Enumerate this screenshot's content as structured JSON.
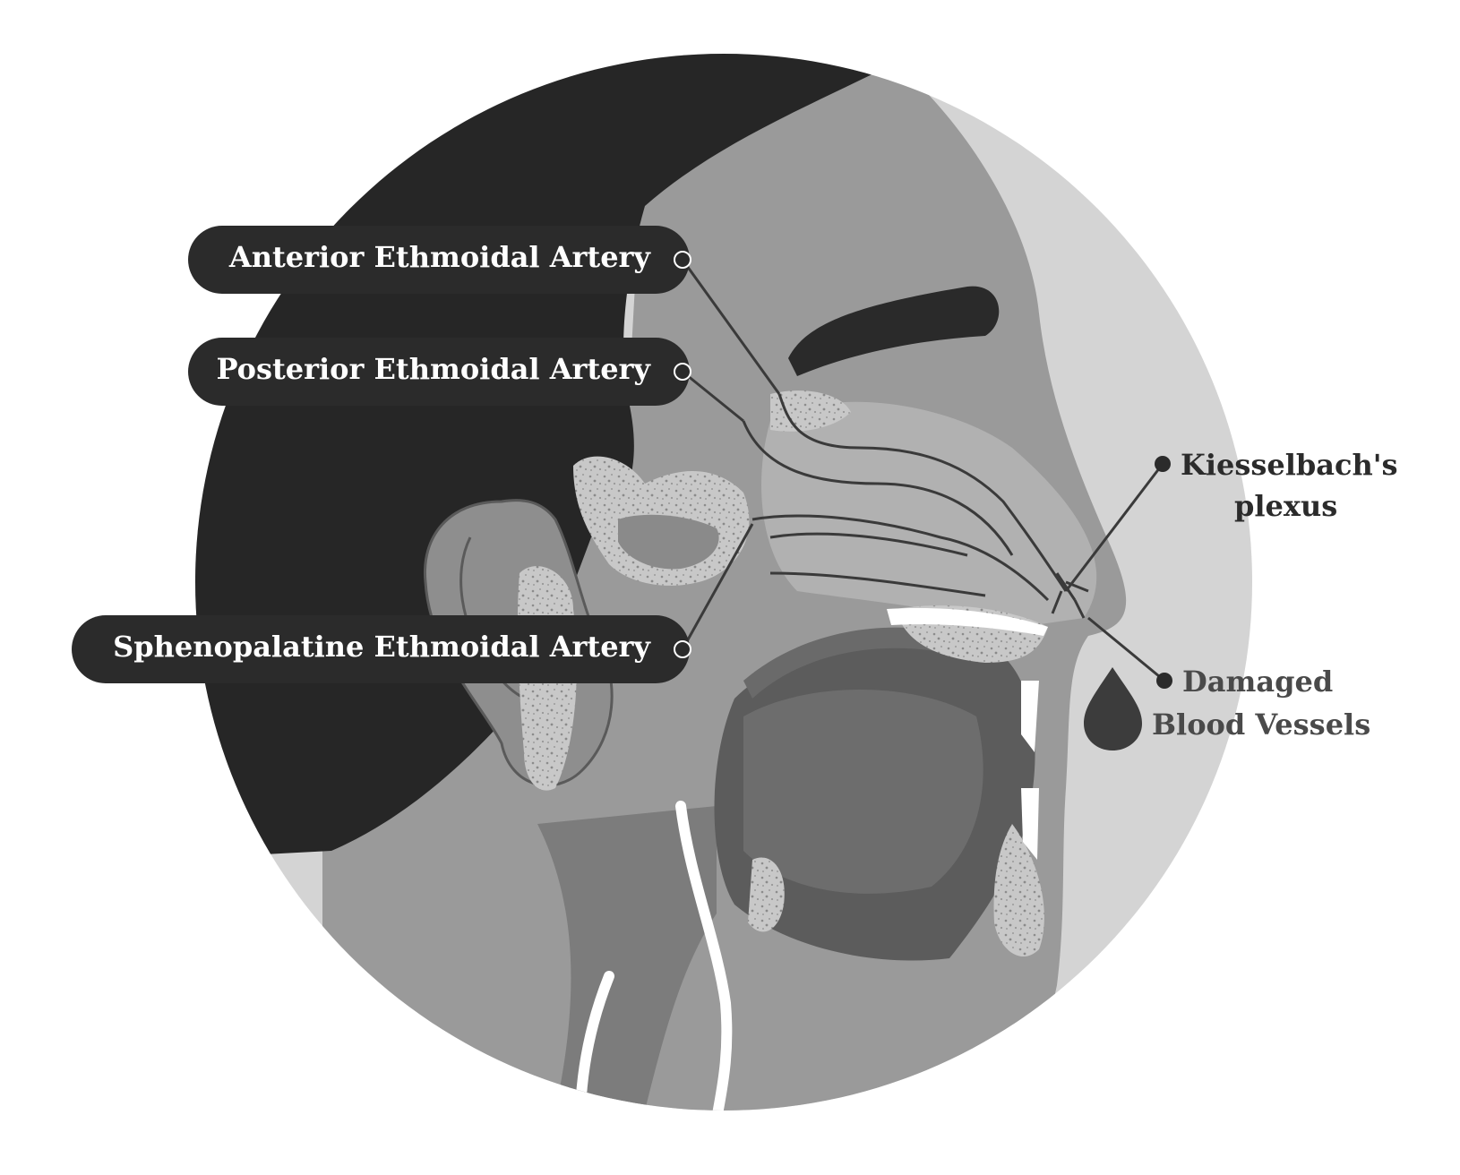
{
  "diagram": {
    "labels": {
      "anterior": "Anterior Ethmoidal Artery",
      "posterior": "Posterior Ethmoidal Artery",
      "sphenopalatine": "Sphenopalatine Ethmoidal Artery",
      "kiesselbach_line1": "Kiesselbach's",
      "kiesselbach_line2": "plexus",
      "damaged_line1": "Damaged",
      "damaged_line2": "Blood Vessels"
    },
    "colors": {
      "circle_bg": "#d4d4d4",
      "hair": "#262626",
      "skin": "#9a9a9a",
      "skin_dark": "#7c7c7c",
      "cavity": "#b4b4b4",
      "mouth": "#5c5c5c",
      "bone": "#c9c9c9",
      "pill": "#2b2b2b",
      "vessel": "#3a3a3a",
      "damaged_text": "#4a4a4a",
      "blood_drop": "#3c3c3c"
    }
  }
}
